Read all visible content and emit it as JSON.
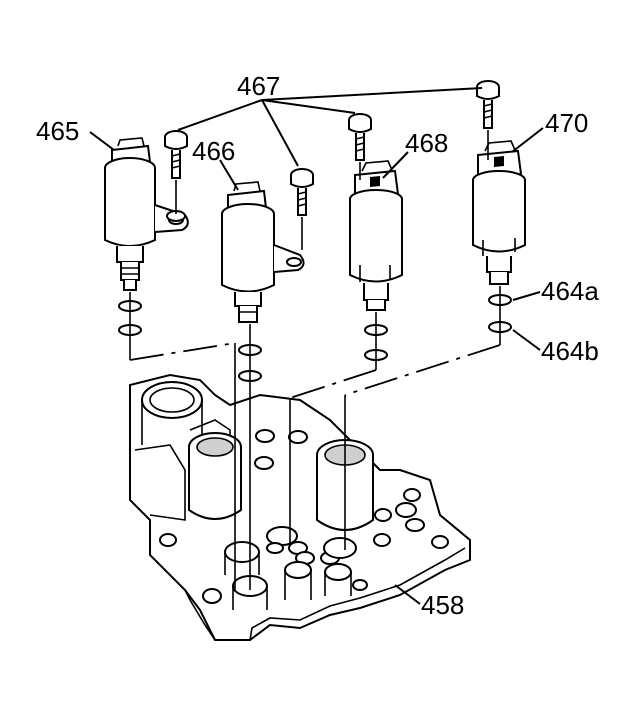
{
  "callouts": {
    "c465": "465",
    "c466": "466",
    "c467": "467",
    "c468": "468",
    "c470": "470",
    "c464a": "464a",
    "c464b": "464b",
    "c458": "458"
  },
  "parts": {
    "solenoid_1": "solenoid",
    "solenoid_2": "solenoid",
    "solenoid_3": "solenoid",
    "solenoid_4": "solenoid",
    "bolt": "bolt",
    "o_ring": "o-ring",
    "valve_body": "valve body"
  },
  "style": {
    "ink": "#000000",
    "background": "#ffffff",
    "shade": "#cfcfcf"
  }
}
